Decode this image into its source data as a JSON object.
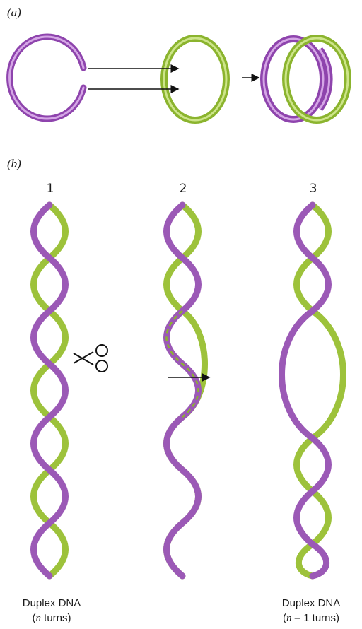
{
  "labels": {
    "panel_a": "(a)",
    "panel_b": "(b)"
  },
  "steps": [
    "1",
    "2",
    "3"
  ],
  "captions": {
    "left_line1": "Duplex DNA",
    "left_open": "(",
    "left_var": "n",
    "left_rest": " turns)",
    "right_line1": "Duplex DNA",
    "right_open": "(",
    "right_var": "n",
    "right_rest": " – 1 turns)"
  },
  "colors": {
    "purple": "#9b59b6",
    "green": "#9dc23b"
  },
  "icons": [
    "scissors-icon"
  ]
}
